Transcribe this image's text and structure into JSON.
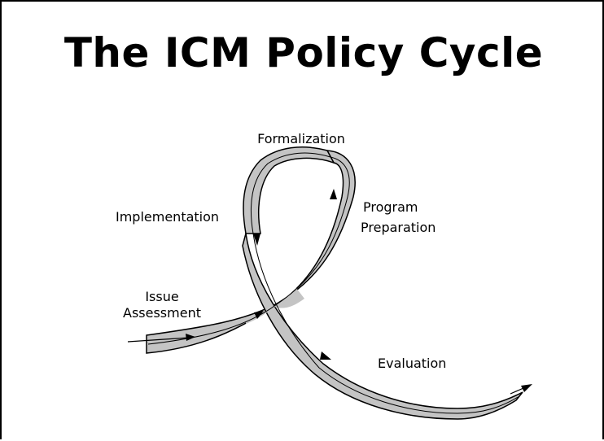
{
  "slide": {
    "title": "The ICM Policy Cycle"
  },
  "diagram": {
    "labels": {
      "formalization": "Formalization",
      "implementation": "Implementation",
      "program_line1": "Program",
      "program_line2": "Preparation",
      "issue_line1": "Issue",
      "issue_line2": "Assessment",
      "evaluation": "Evaluation"
    },
    "colors": {
      "ribbon_fill": "#c4c4c4",
      "ribbon_stroke": "#000000",
      "arrow": "#000000"
    }
  }
}
